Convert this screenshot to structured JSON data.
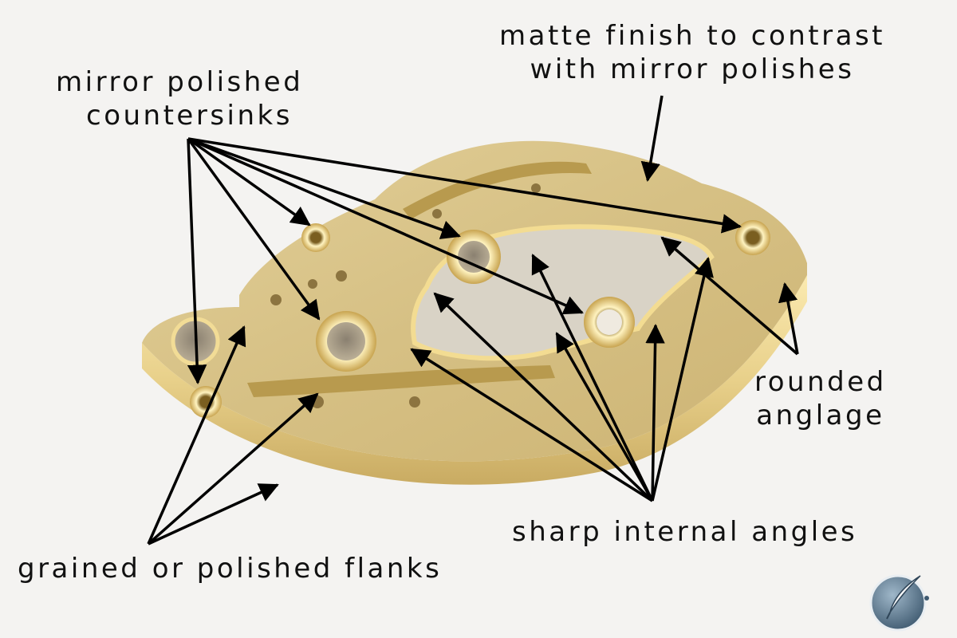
{
  "labels": {
    "mirror_polished": [
      "mirror polished",
      "countersinks"
    ],
    "matte_finish": [
      "matte finish to contrast",
      "with mirror polishes"
    ],
    "rounded_anglage": [
      "rounded",
      "anglage"
    ],
    "sharp_internal": [
      "sharp internal angles"
    ],
    "grained_flanks": [
      "grained or polished flanks"
    ]
  },
  "icons": {
    "logo": "quill-globe-logo-icon"
  },
  "colors": {
    "background": "#f4f3f1",
    "plate_gold": "#d8c38a",
    "plate_highlight": "#f6e6a6",
    "arrow": "#000000",
    "text": "#111111"
  }
}
